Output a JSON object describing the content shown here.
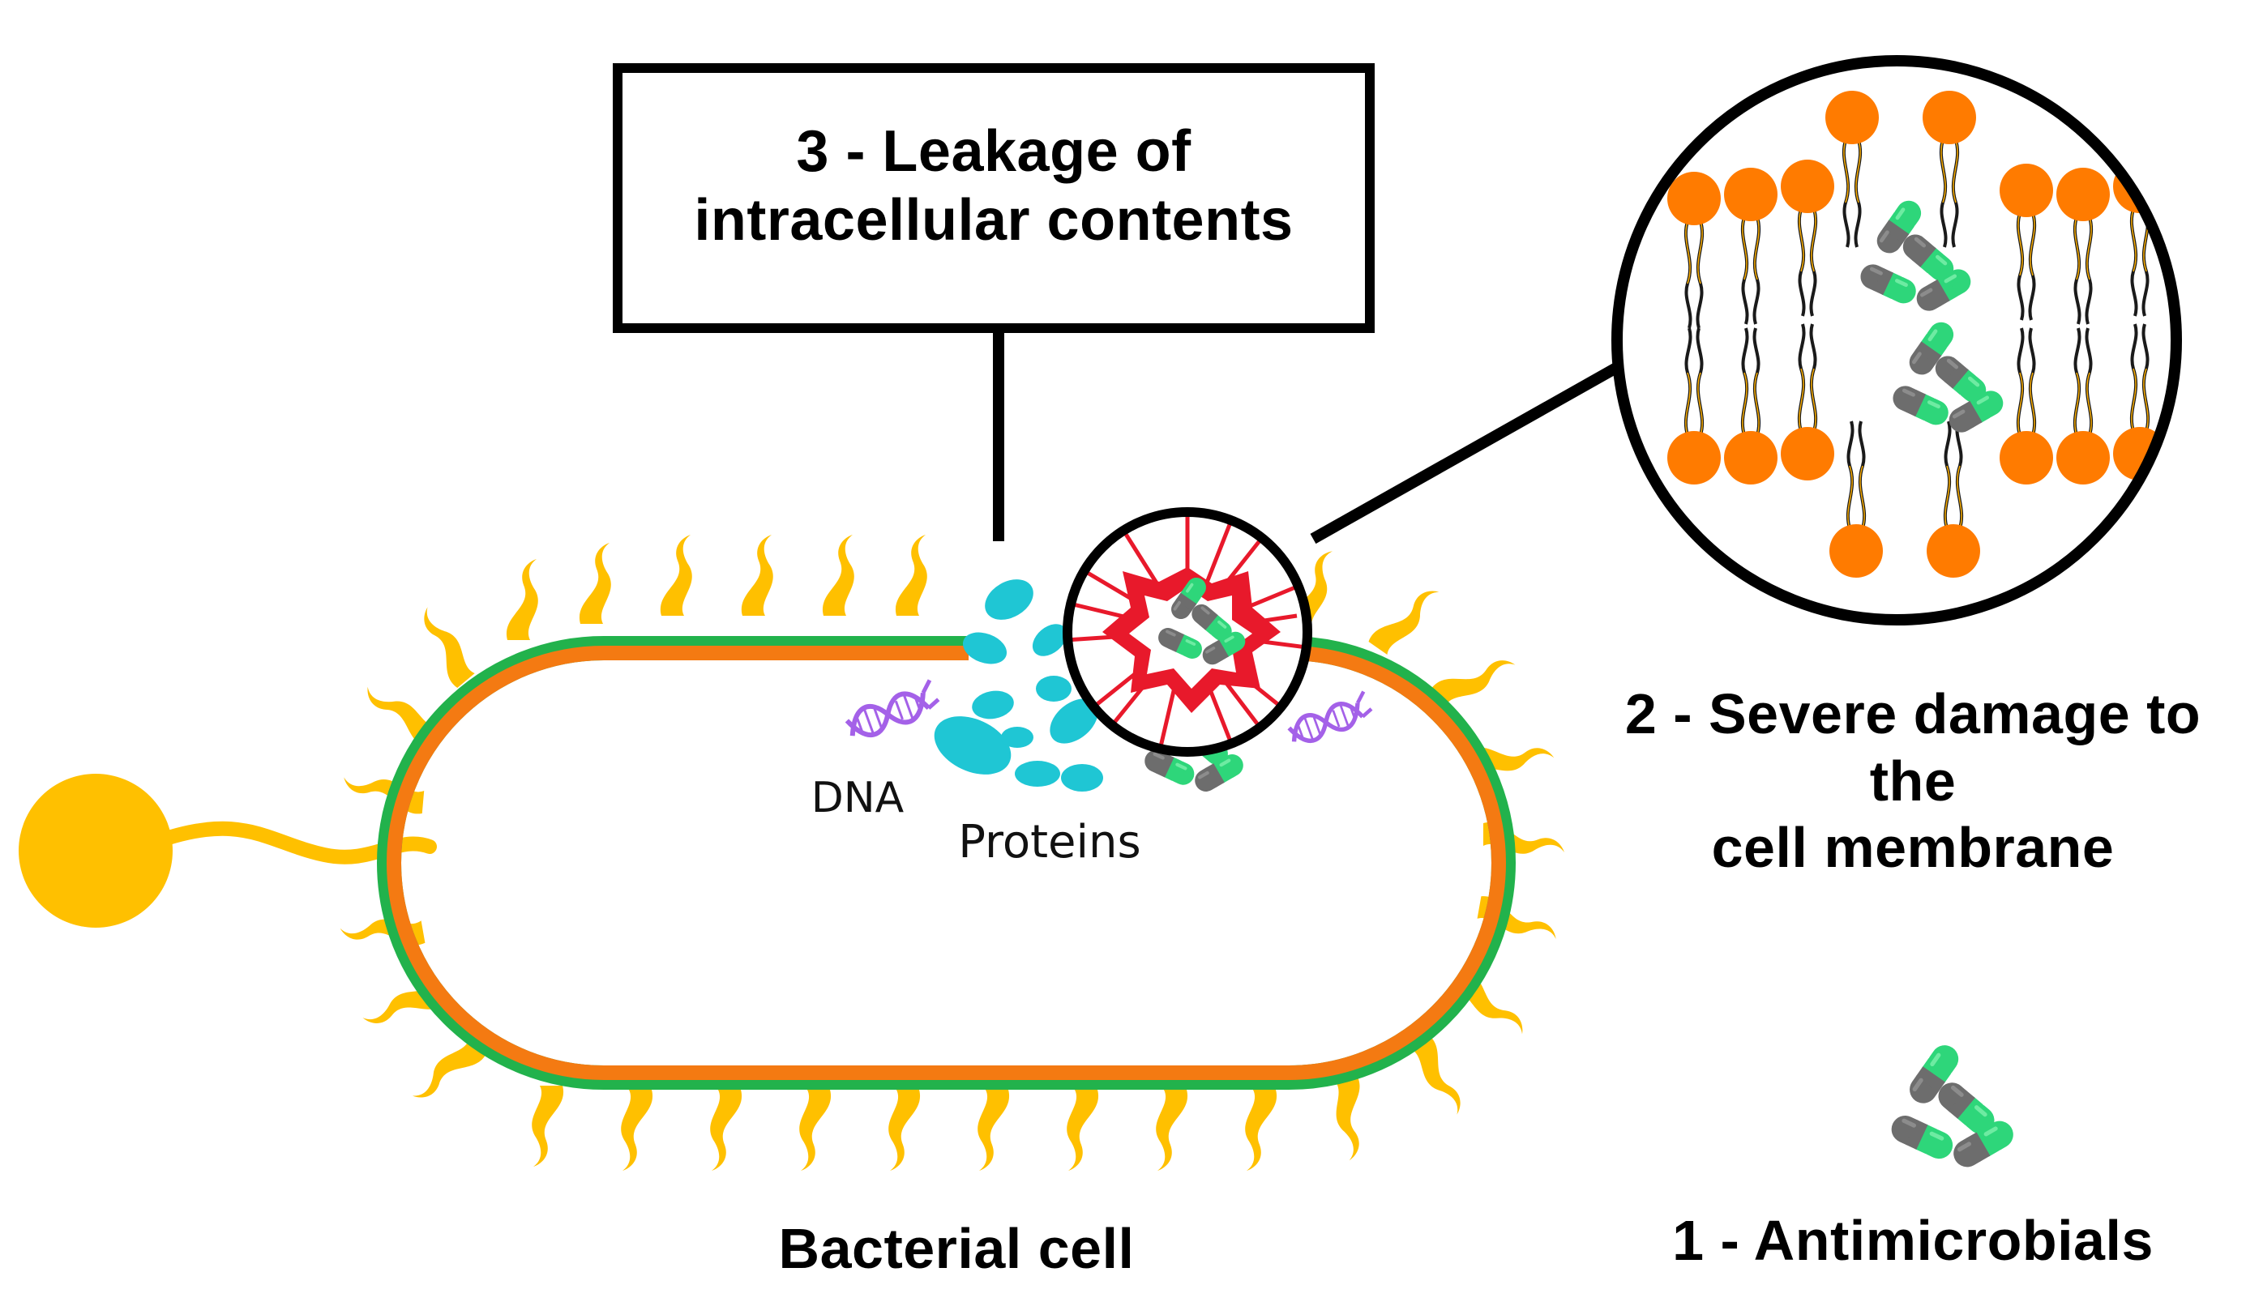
{
  "labels": {
    "leakage": "3 - Leakage of intracellular contents",
    "damage_line1": "2 - Severe damage to the",
    "damage_line2": "cell membrane",
    "antimicrobials": "1 - Antimicrobials",
    "bacterial_cell": "Bacterial cell",
    "dna": "DNA",
    "proteins": "Proteins"
  },
  "colors": {
    "flagella": "#ffc000",
    "membrane_outer": "#22b24c",
    "membrane_inner": "#f47a12",
    "protein": "#1fc6d4",
    "dna": "#a461e8",
    "lipid_head": "#ff7b00",
    "capsule_green": "#2ed67a",
    "capsule_gray": "#6d6d6d",
    "burst": "#e8192b"
  },
  "icons": [
    "bacterium-icon",
    "flagellum-icon",
    "dna-icon",
    "protein-icon",
    "antimicrobial-capsule-icon",
    "lipid-bilayer-icon",
    "burst-icon"
  ]
}
